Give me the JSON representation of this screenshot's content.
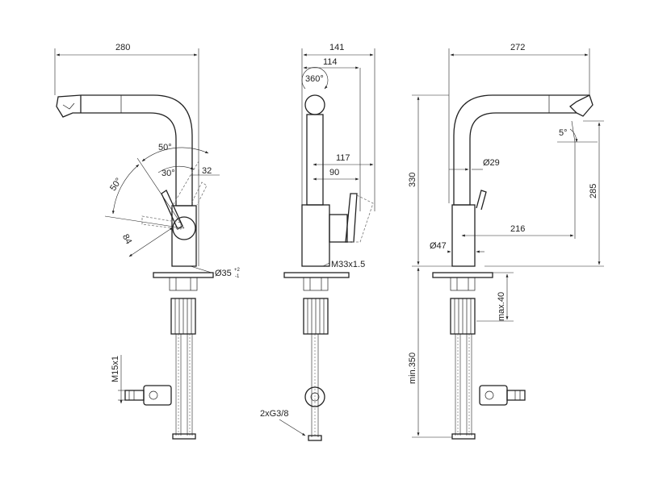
{
  "dimensions": {
    "side_left_width": "280",
    "front_width_total": "141",
    "front_width_inner": "114",
    "rotation": "360°",
    "front_lever_117": "117",
    "front_lever_90": "90",
    "side_right_width": "272",
    "tilt_angle": "5°",
    "spout_diameter": "Ø29",
    "height_total": "330",
    "height_outlet": "285",
    "reach": "216",
    "body_diameter": "Ø47",
    "angle_50_top": "50°",
    "angle_50_left": "50°",
    "angle_30": "30°",
    "lever_32": "32",
    "lever_84": "84",
    "hole_diameter": "Ø35",
    "hole_tolerance_upper": "+2",
    "hole_tolerance_lower": "-1",
    "thread": "M33x1.5",
    "max_thickness": "max.40",
    "min_hose_length": "min.350",
    "valve_thread": "M15x1",
    "connection_thread": "2xG3/8"
  }
}
